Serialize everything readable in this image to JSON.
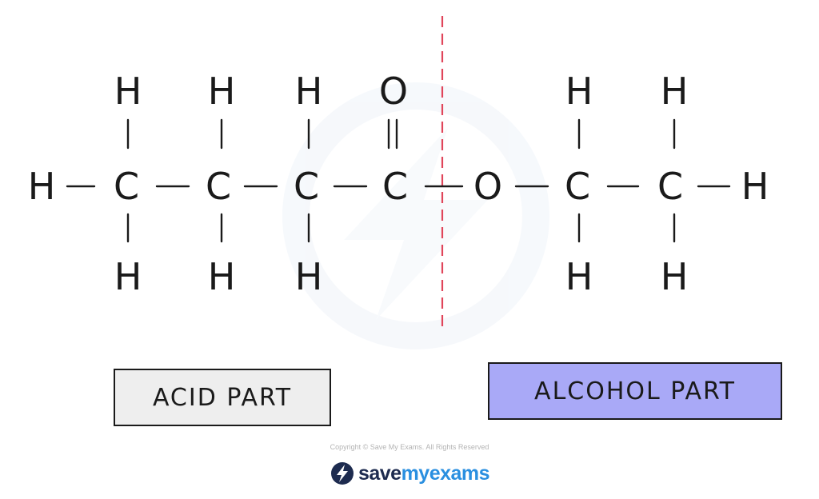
{
  "colors": {
    "acid_box_fill": "#eeeeee",
    "alcohol_box_fill": "#a9a9f7",
    "divider": "#e0455a",
    "brand_dark": "#1d2b4f",
    "brand_accent": "#2a8fe0",
    "watermark": "#f2f6fb"
  },
  "molecule": {
    "main_chain": [
      "H",
      "C",
      "C",
      "C",
      "C",
      "O",
      "C",
      "C",
      "H"
    ],
    "top_atoms": [
      "H",
      "H",
      "H",
      "O",
      "H",
      "H"
    ],
    "bottom_atoms": [
      "H",
      "H",
      "H",
      "H",
      "H"
    ],
    "carbonyl_bond": "double"
  },
  "labels": {
    "acid_part": "ACID PART",
    "alcohol_part": "ALCOHOL PART"
  },
  "footer": {
    "copyright": "Copyright © Save My Exams. All Rights Reserved",
    "brand_word_1": "save",
    "brand_word_2": "myexams",
    "brand_icon": "lightning-bolt-icon"
  }
}
